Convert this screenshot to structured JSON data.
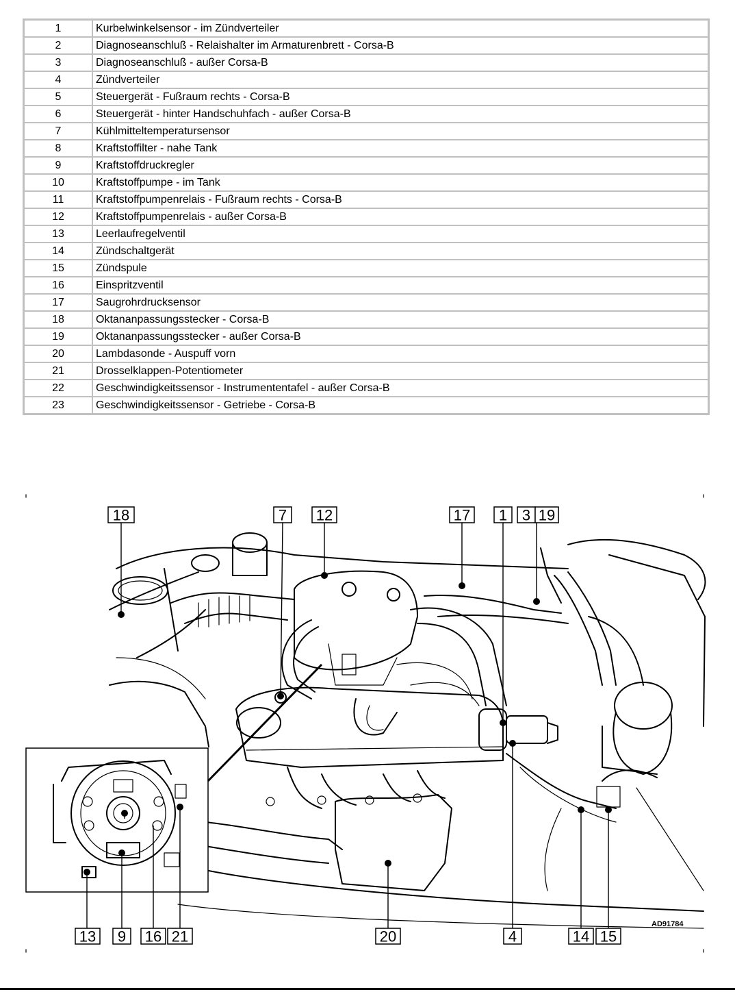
{
  "legend": [
    {
      "num": "1",
      "text": "Kurbelwinkelsensor - im Zündverteiler"
    },
    {
      "num": "2",
      "text": "Diagnoseanschluß - Relaishalter im Armaturenbrett - Corsa-B"
    },
    {
      "num": "3",
      "text": "Diagnoseanschluß - außer Corsa-B"
    },
    {
      "num": "4",
      "text": "Zündverteiler"
    },
    {
      "num": "5",
      "text": "Steuergerät - Fußraum rechts - Corsa-B"
    },
    {
      "num": "6",
      "text": "Steuergerät - hinter Handschuhfach - außer Corsa-B"
    },
    {
      "num": "7",
      "text": "Kühlmitteltemperatursensor"
    },
    {
      "num": "8",
      "text": "Kraftstoffilter - nahe Tank"
    },
    {
      "num": "9",
      "text": "Kraftstoffdruckregler"
    },
    {
      "num": "10",
      "text": "Kraftstoffpumpe - im Tank"
    },
    {
      "num": "11",
      "text": "Kraftstoffpumpenrelais - Fußraum rechts - Corsa-B"
    },
    {
      "num": "12",
      "text": "Kraftstoffpumpenrelais - außer Corsa-B"
    },
    {
      "num": "13",
      "text": "Leerlaufregelventil"
    },
    {
      "num": "14",
      "text": "Zündschaltgerät"
    },
    {
      "num": "15",
      "text": "Zündspule"
    },
    {
      "num": "16",
      "text": "Einspritzventil"
    },
    {
      "num": "17",
      "text": "Saugrohrdrucksensor"
    },
    {
      "num": "18",
      "text": "Oktananpassungsstecker - Corsa-B"
    },
    {
      "num": "19",
      "text": "Oktananpassungsstecker - außer Corsa-B"
    },
    {
      "num": "20",
      "text": "Lambdasonde - Auspuff vorn"
    },
    {
      "num": "21",
      "text": "Drosselklappen-Potentiometer"
    },
    {
      "num": "22",
      "text": "Geschwindigkeitssensor - Instrumententafel - außer Corsa-B"
    },
    {
      "num": "23",
      "text": "Geschwindigkeitssensor - Getriebe - Corsa-B"
    }
  ],
  "callouts": {
    "c18": "18",
    "c7": "7",
    "c12": "12",
    "c17": "17",
    "c1": "1",
    "c3": "3",
    "c19": "19",
    "c13": "13",
    "c9": "9",
    "c16": "16",
    "c21": "21",
    "c20": "20",
    "c4": "4",
    "c14": "14",
    "c15": "15"
  },
  "drawing_code": "AD91784"
}
